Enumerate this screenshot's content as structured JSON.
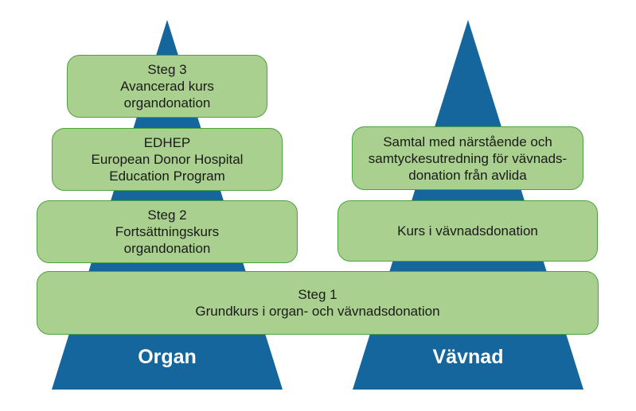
{
  "colors": {
    "triangle": "#14669c",
    "box_fill": "#a9d08e",
    "box_border": "#4aa33c",
    "label_text": "#ffffff"
  },
  "organ": {
    "label": "Organ",
    "steg3": {
      "line1": "Steg 3",
      "line2": "Avancerad kurs",
      "line3": "organdonation"
    },
    "edhep": {
      "line1": "EDHEP",
      "line2": "European Donor Hospital",
      "line3": "Education Program"
    },
    "steg2": {
      "line1": "Steg 2",
      "line2": "Fortsättningskurs",
      "line3": "organdonation"
    }
  },
  "vavnad": {
    "label": "Vävnad",
    "samtal": {
      "line1": "Samtal med närstående och",
      "line2": "samtyckesutredning för vävnads-",
      "line3": "donation från avlida"
    },
    "kurs": {
      "line1": "Kurs i vävnadsdonation"
    }
  },
  "steg1": {
    "line1": "Steg 1",
    "line2": "Grundkurs i organ- och vävnadsdonation"
  }
}
